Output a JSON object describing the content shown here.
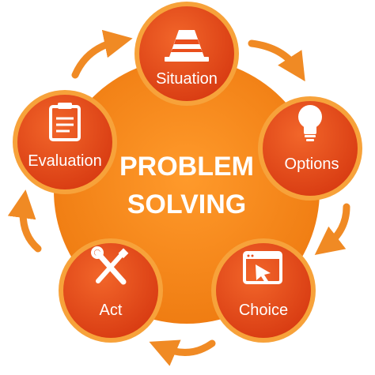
{
  "center": {
    "line1": "PROBLEM",
    "line2": "SOLVING"
  },
  "steps": [
    {
      "label": "Situation",
      "icon": "traffic-cone-icon"
    },
    {
      "label": "Options",
      "icon": "lightbulb-icon"
    },
    {
      "label": "Choice",
      "icon": "browser-cursor-icon"
    },
    {
      "label": "Act",
      "icon": "wrench-screwdriver-icon"
    },
    {
      "label": "Evaluation",
      "icon": "clipboard-icon"
    }
  ],
  "colors": {
    "core": "#f38a1c",
    "node": "#e94e1b",
    "node_ring": "#f7a23a",
    "arrow": "#f08a24",
    "text": "#ffffff"
  }
}
